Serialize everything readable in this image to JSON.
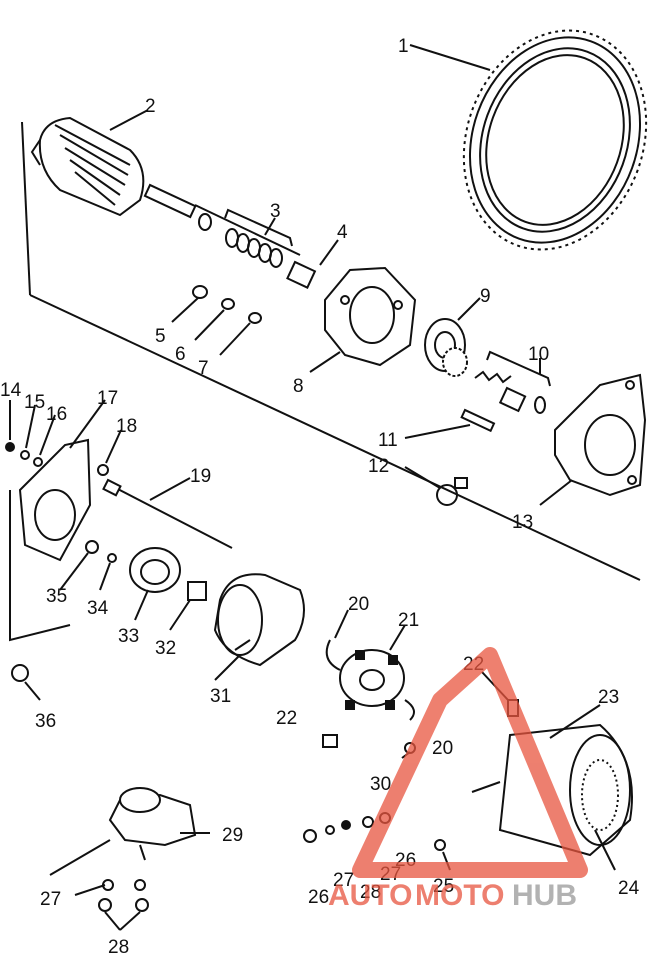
{
  "labels": {
    "l1": "1",
    "l2": "2",
    "l3": "3",
    "l4": "4",
    "l5": "5",
    "l6": "6",
    "l7": "7",
    "l8": "8",
    "l9": "9",
    "l10": "10",
    "l11": "11",
    "l12": "12",
    "l13": "13",
    "l14": "14",
    "l15": "15",
    "l16": "16",
    "l17": "17",
    "l18": "18",
    "l19": "19",
    "l20a": "20",
    "l20b": "20",
    "l21": "21",
    "l22a": "22",
    "l22b": "22",
    "l23": "23",
    "l24": "24",
    "l25": "25",
    "l26a": "26",
    "l26b": "26",
    "l27a": "27",
    "l27b": "27",
    "l27c": "27",
    "l28a": "28",
    "l28b": "28",
    "l29": "29",
    "l30": "30",
    "l31": "31",
    "l32": "32",
    "l33": "33",
    "l34": "34",
    "l35": "35",
    "l36": "36"
  },
  "watermark": {
    "part1": "AUTO",
    "part2": "MOTO",
    "part3": "HUB",
    "color_primary": "#e8553f",
    "color_secondary": "#999999"
  }
}
